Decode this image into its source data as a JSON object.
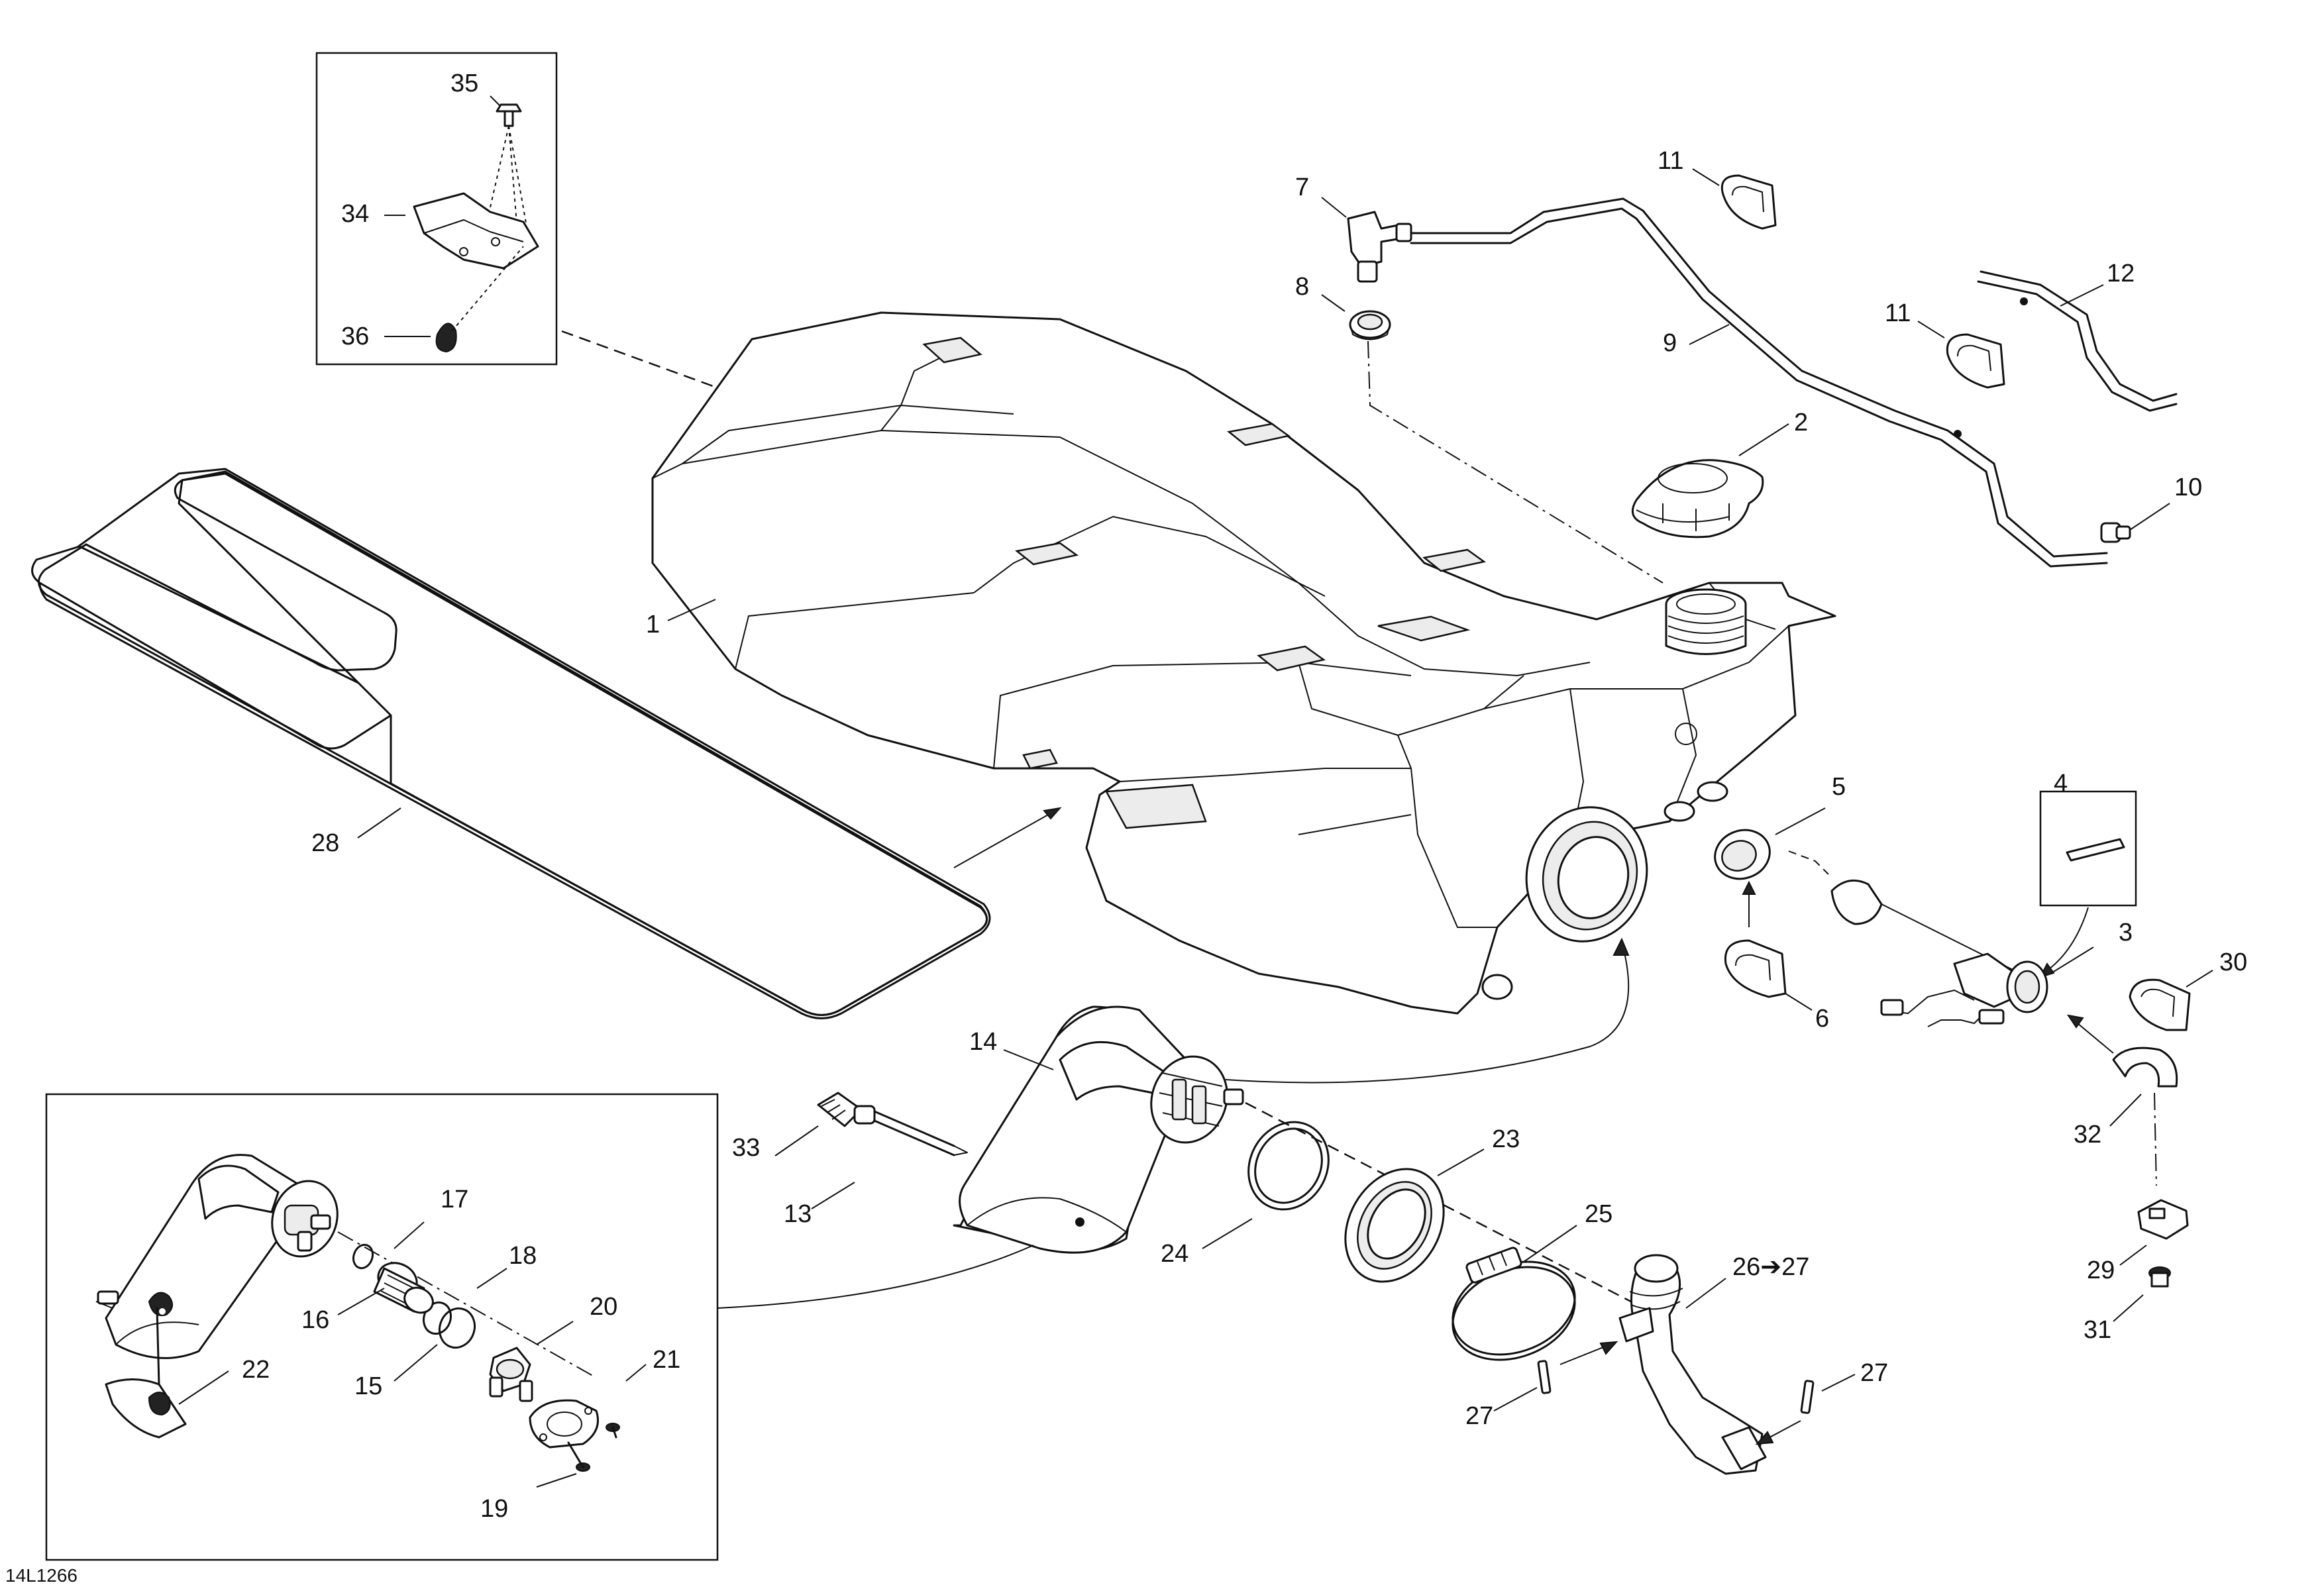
{
  "diagram": {
    "code": "14L1266",
    "labels": {
      "l1": "1",
      "l2": "2",
      "l3": "3",
      "l4": "4",
      "l5": "5",
      "l6": "6",
      "l7": "7",
      "l8": "8",
      "l9": "9",
      "l10": "10",
      "l11a": "11",
      "l11b": "11",
      "l12": "12",
      "l13": "13",
      "l14": "14",
      "l15": "15",
      "l16": "16",
      "l17": "17",
      "l18": "18",
      "l19": "19",
      "l20": "20",
      "l21": "21",
      "l22": "22",
      "l23": "23",
      "l24": "24",
      "l25": "25",
      "l26": "26➔27",
      "l27a": "27",
      "l27b": "27",
      "l28": "28",
      "l29": "29",
      "l30": "30",
      "l31": "31",
      "l32": "32",
      "l33": "33",
      "l34": "34",
      "l35": "35",
      "l36": "36"
    }
  }
}
